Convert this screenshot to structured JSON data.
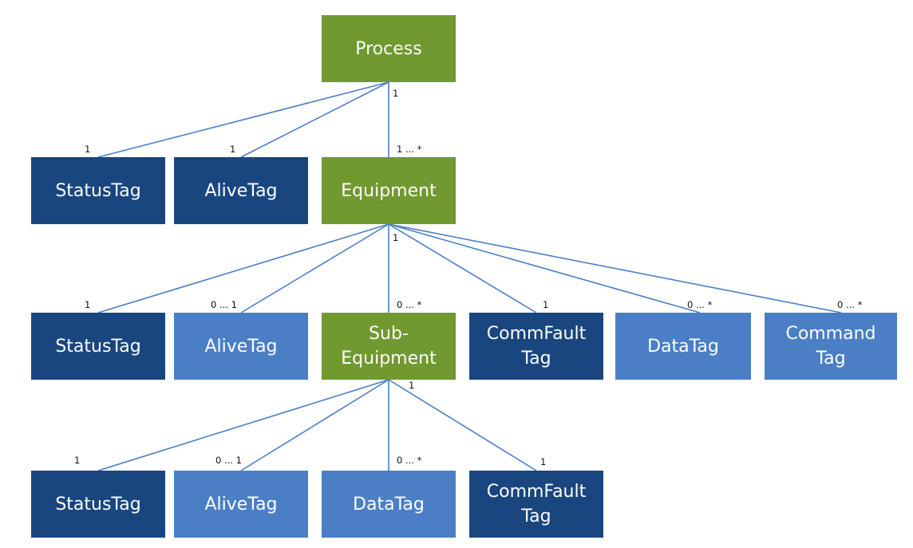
{
  "colors": {
    "green": "#70992f",
    "dark": "#1a4680",
    "light": "#4a7fc6",
    "line": "#4a7fc6"
  },
  "nodes": {
    "process": "Process",
    "l1_status": "StatusTag",
    "l1_alive": "AliveTag",
    "equipment": "Equipment",
    "l2_status": "StatusTag",
    "l2_alive": "AliveTag",
    "subequipment": "Sub-\nEquipment",
    "l2_commfault": "CommFault\nTag",
    "l2_data": "DataTag",
    "l2_command": "Command\nTag",
    "l3_status": "StatusTag",
    "l3_alive": "AliveTag",
    "l3_data": "DataTag",
    "l3_commfault": "CommFault\nTag"
  },
  "multiplicities": {
    "process_source": "1",
    "l1_status": "1",
    "l1_alive": "1",
    "equipment_target": "1 ... *",
    "equipment_source": "1",
    "l2_status": "1",
    "l2_alive": "0 ... 1",
    "subequipment_target": "0 ... *",
    "l2_commfault": "1",
    "l2_data": "0 ... *",
    "l2_command": "0 ... *",
    "subequipment_source": "1",
    "l3_status": "1",
    "l3_alive": "0 ... 1",
    "l3_data": "0 ... *",
    "l3_commfault": "1"
  }
}
